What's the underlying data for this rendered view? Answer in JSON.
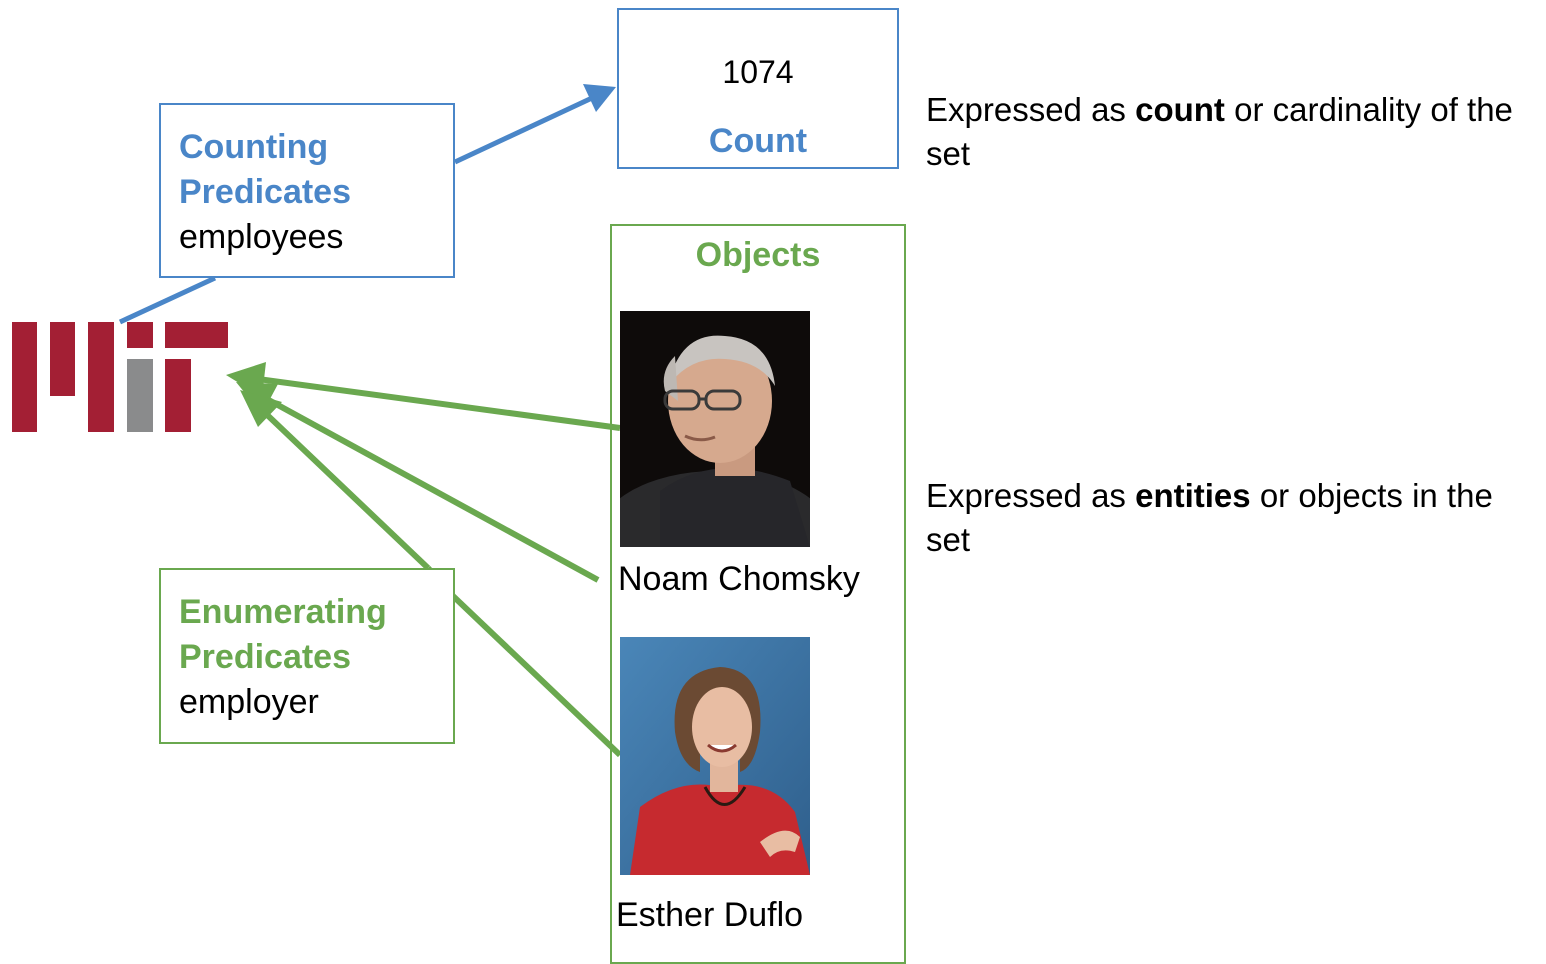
{
  "count_box": {
    "number": "1074",
    "label": "Count"
  },
  "counting_box": {
    "title_line1": "Counting",
    "title_line2": "Predicates",
    "predicate": "employees"
  },
  "enumerating_box": {
    "title_line1": "Enumerating",
    "title_line2": "Predicates",
    "predicate": "employer"
  },
  "objects_box": {
    "title": "Objects",
    "items": [
      {
        "name": "Noam Chomsky"
      },
      {
        "name": "Esther Duflo"
      }
    ]
  },
  "descriptions": {
    "count": {
      "prefix": "Expressed as ",
      "keyword": "count",
      "suffix": " or cardinality of the set"
    },
    "entities": {
      "prefix": "Expressed as ",
      "keyword": "entities",
      "suffix": " or objects in the set"
    }
  },
  "logo": {
    "name": "mit-logo",
    "primary_color": "#a31f34",
    "secondary_color": "#8a8b8c"
  },
  "colors": {
    "blue": "#4a86c8",
    "green": "#6aa84f"
  }
}
